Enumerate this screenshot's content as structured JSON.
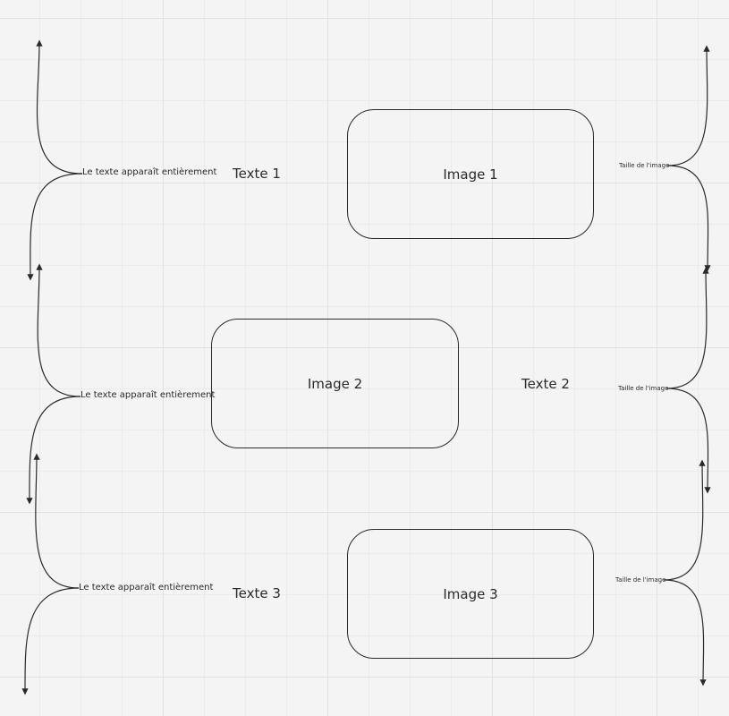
{
  "rows": [
    {
      "text": "Texte 1",
      "image": "Image 1",
      "left_note": "Le texte apparaît entièrement",
      "right_note": "Taille de l'image"
    },
    {
      "text": "Texte 2",
      "image": "Image 2",
      "left_note": "Le texte apparaît entièrement",
      "right_note": "Taille de l'image"
    },
    {
      "text": "Texte 3",
      "image": "Image 3",
      "left_note": "Le texte apparaît entièrement",
      "right_note": "Taille de l'image"
    }
  ],
  "colors": {
    "stroke": "#2a2a2a",
    "grid": "#e2e2e2",
    "background": "#f4f4f4"
  }
}
